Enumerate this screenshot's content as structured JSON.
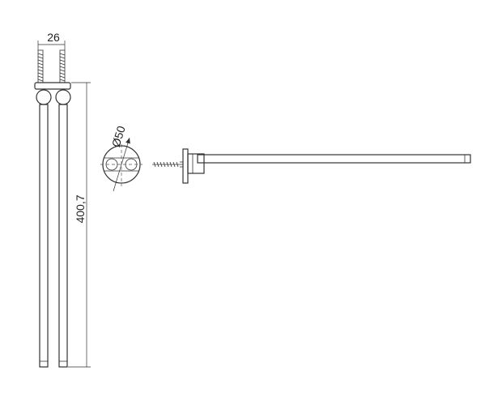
{
  "drawing": {
    "dimensions": {
      "width": "26",
      "height": "400,7",
      "diameter": "Ø50"
    },
    "colors": {
      "stroke": "#333333",
      "background": "#ffffff"
    }
  }
}
